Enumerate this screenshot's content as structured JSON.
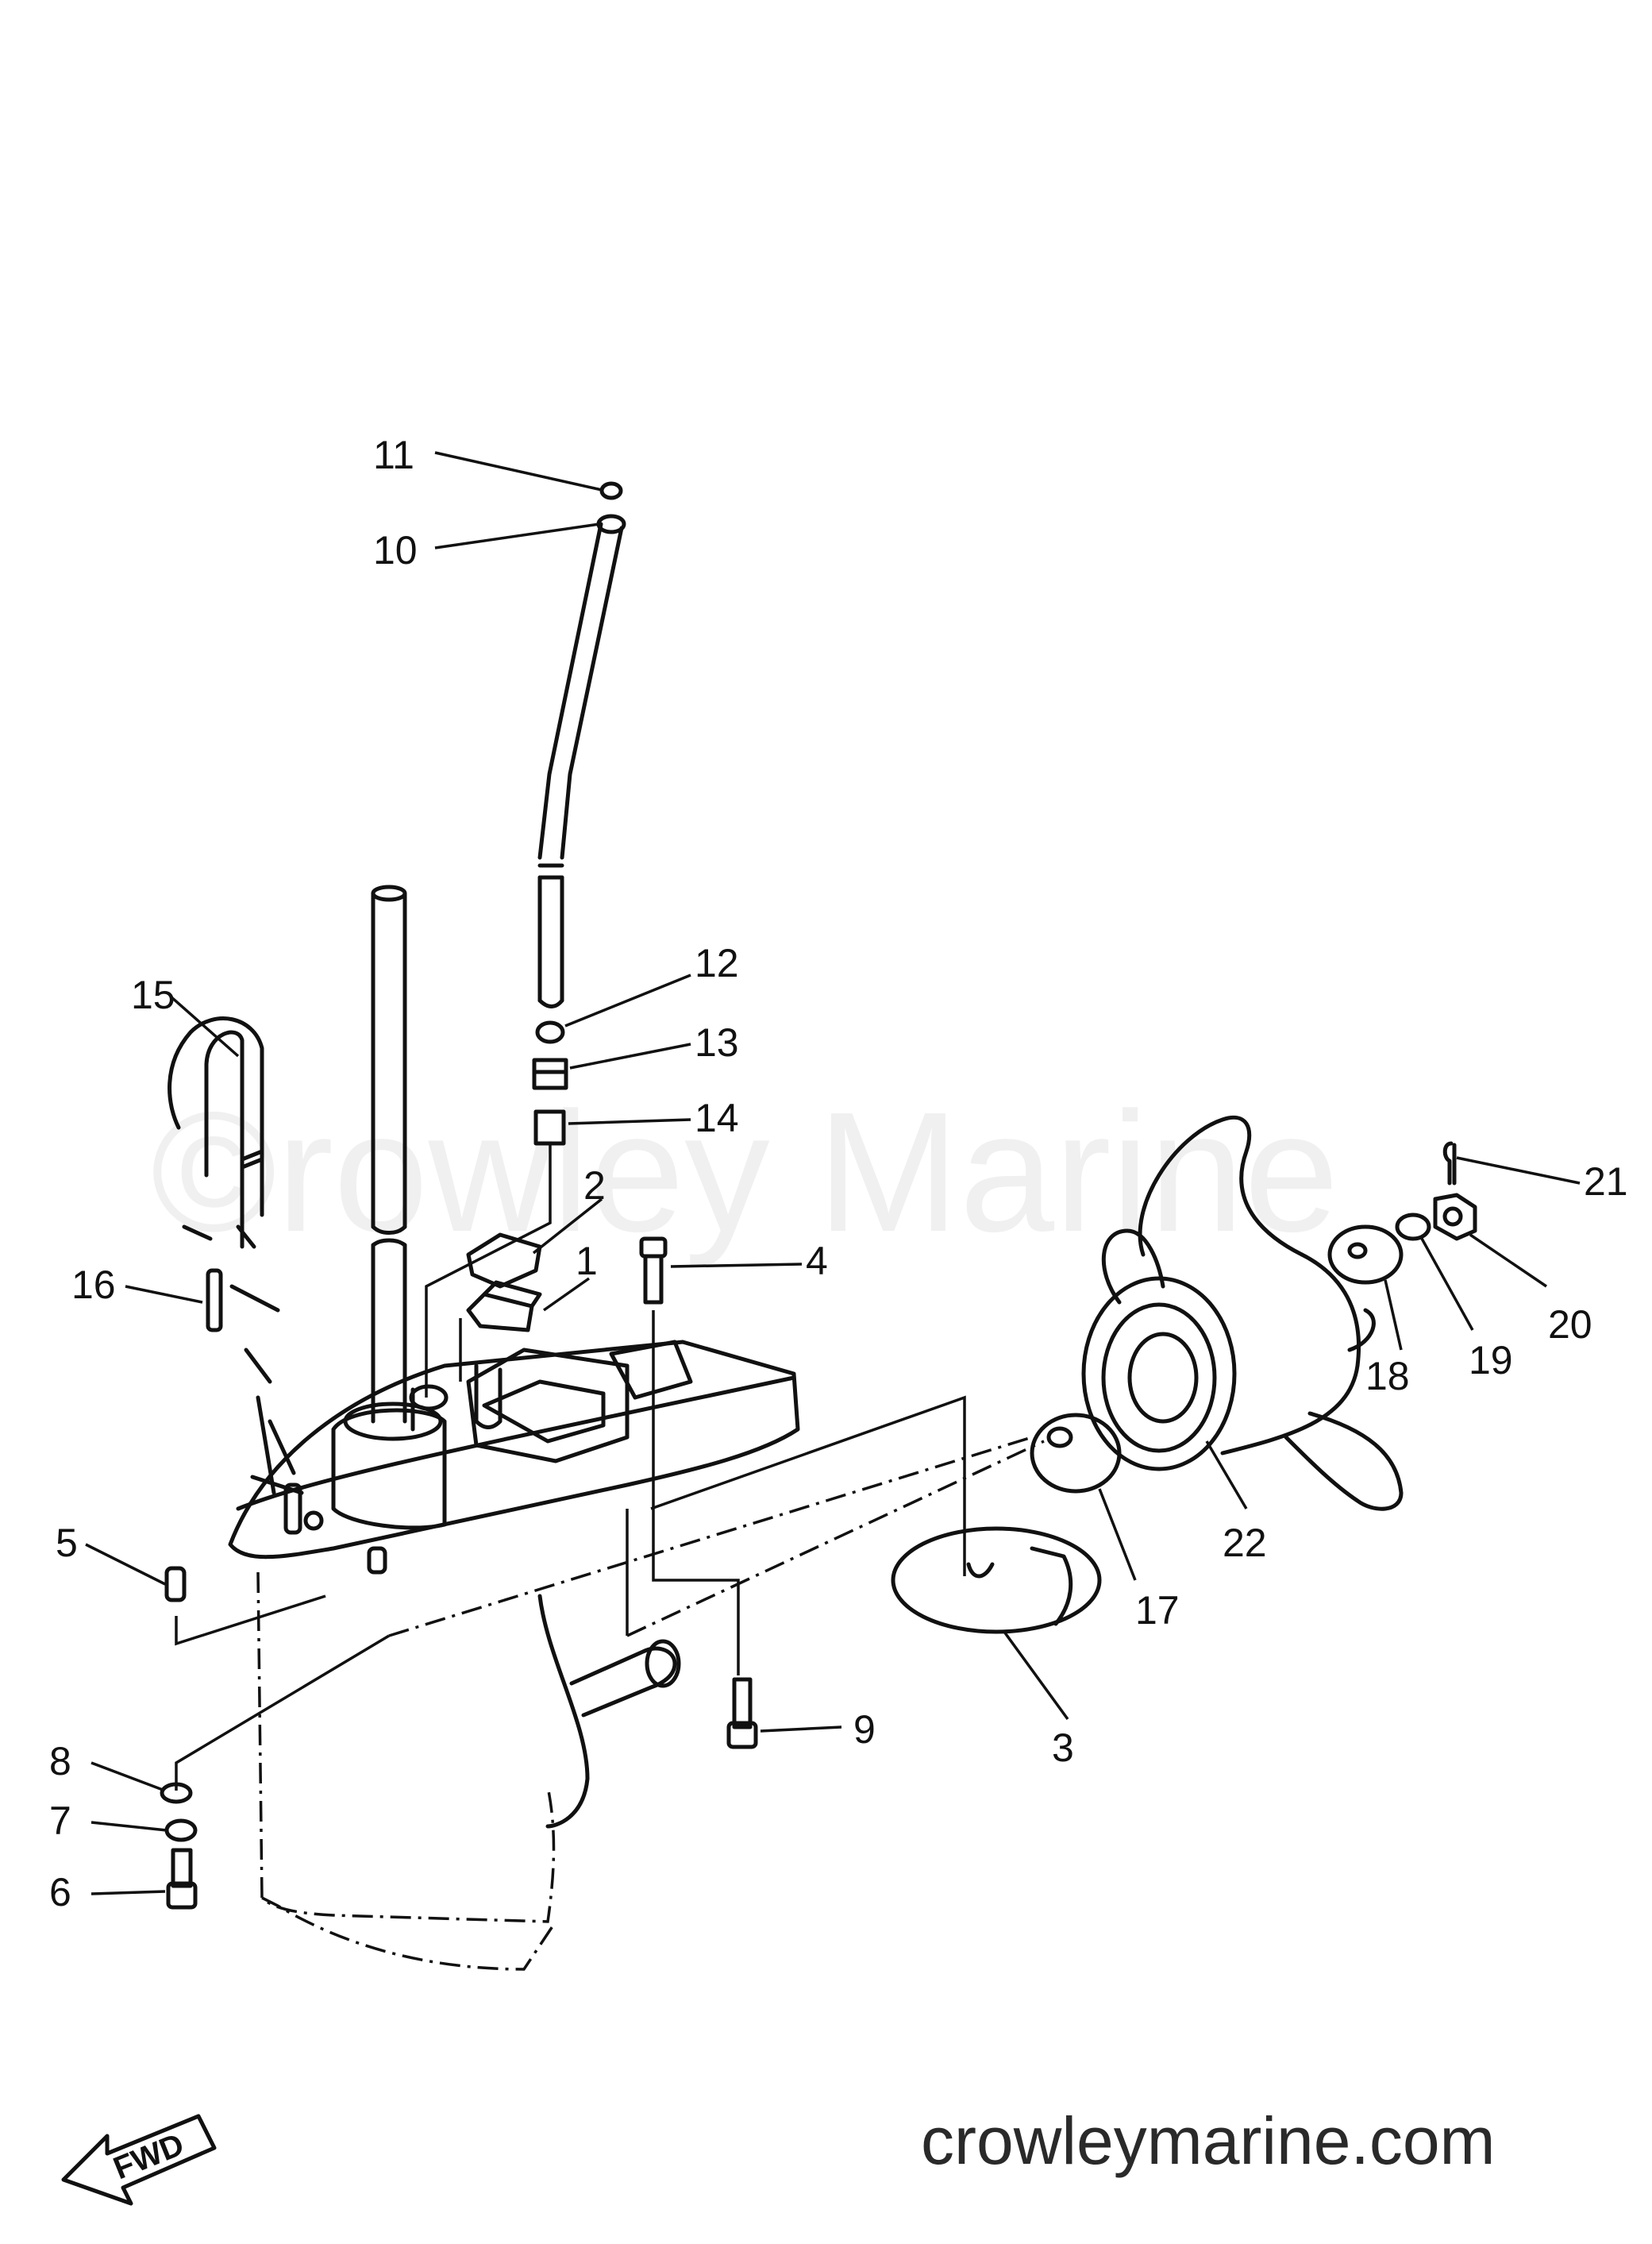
{
  "watermark": "©rowley Marine",
  "site_url": "crowleymarine.com",
  "fwd_label": "FWD",
  "callouts": [
    "1",
    "2",
    "3",
    "4",
    "5",
    "6",
    "7",
    "8",
    "9",
    "10",
    "11",
    "12",
    "13",
    "14",
    "15",
    "16",
    "17",
    "18",
    "19",
    "20",
    "21",
    "22"
  ]
}
